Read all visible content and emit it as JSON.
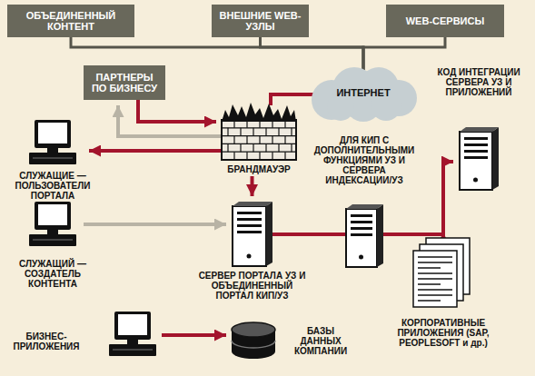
{
  "diagram": {
    "nodes": [
      {
        "text": [
          "ОБЪЕДИНЕННЫЙ КОНТЕНТ"
        ]
      },
      {
        "text": [
          "ВНЕШНИЕ WEB-УЗЛЫ"
        ]
      },
      {
        "text": [
          "WEB-СЕРВИСЫ"
        ]
      },
      {
        "text": [
          "ПАРТНЕРЫ ПО БИЗНЕСУ"
        ]
      },
      {
        "text": [
          "ИНТЕРНЕТ"
        ]
      },
      {
        "text": [
          "БРАНДМАУЭР"
        ]
      },
      {
        "text": [
          "КОД ИНТЕГРАЦИИ СЕРВЕРА УЗ И ПРИЛОЖЕНИЙ"
        ]
      },
      {
        "text": [
          "СЛУЖАЩИЕ — ПОЛЬЗОВАТЕЛИ ПОРТАЛА"
        ]
      },
      {
        "text": [
          "ДЛЯ КИП С ДОПОЛНИТЕЛЬНЫМИ ФУНКЦИЯМИ УЗ И СЕРВЕРА ИНДЕКСАЦИИ/УЗ"
        ]
      },
      {
        "text": [
          "СЛУЖАЩИЙ — СОЗДАТЕЛЬ КОНТЕНТА"
        ]
      },
      {
        "text": [
          "СЕРВЕР ПОРТАЛА УЗ И ОБЪЕДИНЕННЫЙ ПОРТАЛ КИП/УЗ"
        ]
      },
      {
        "text": [
          "КОРПОРАТИВНЫЕ ПРИЛОЖЕНИЯ (SAP, PEOPLESOFT и др.)"
        ]
      },
      {
        "text": [
          "БИЗНЕС-ПРИЛОЖЕНИЯ"
        ]
      },
      {
        "text": [
          "БАЗЫ ДАННЫХ КОМПАНИИ"
        ]
      }
    ],
    "edges": [
      {
        "from": 0,
        "to": 4,
        "arrow": "none"
      },
      {
        "from": 1,
        "to": 4,
        "arrow": "none"
      },
      {
        "from": 2,
        "to": 4,
        "arrow": "none"
      },
      {
        "from": 3,
        "to": 5,
        "arrow": "to"
      },
      {
        "from": 5,
        "to": 3,
        "arrow": "to"
      },
      {
        "from": 4,
        "to": 5,
        "arrow": "none"
      },
      {
        "from": 5,
        "to": 7,
        "arrow": "to"
      },
      {
        "from": 5,
        "to": 10,
        "arrow": "to"
      },
      {
        "from": 9,
        "to": 10,
        "arrow": "to"
      },
      {
        "from": 10,
        "to": 8,
        "arrow": "none"
      },
      {
        "from": 8,
        "to": 6,
        "arrow": "to"
      },
      {
        "from": 8,
        "to": 11,
        "arrow": "to"
      },
      {
        "from": 12,
        "to": 13,
        "arrow": "to"
      }
    ]
  }
}
